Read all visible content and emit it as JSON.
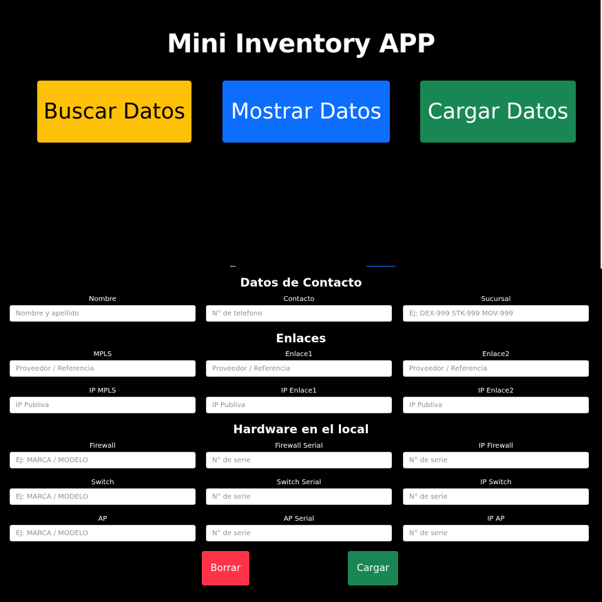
{
  "app": {
    "title": "Mini Inventory APP"
  },
  "nav": {
    "buscar": {
      "label": "Buscar Datos",
      "color": "#ffc107"
    },
    "mostrar": {
      "label": "Mostrar Datos",
      "color": "#0d6efd"
    },
    "cargar": {
      "label": "Cargar Datos",
      "color": "#198754"
    }
  },
  "form": {
    "sections": {
      "contacto": "Datos de Contacto",
      "enlaces": "Enlaces",
      "hardware": "Hardware en el local"
    },
    "fields": {
      "nombre": {
        "label": "Nombre",
        "placeholder": "Nombre y apellido",
        "value": ""
      },
      "contacto": {
        "label": "Contacto",
        "placeholder": "N° de telefono",
        "value": ""
      },
      "sucursal": {
        "label": "Sucursal",
        "placeholder": "Ej: DEX-999 STK-999 MOV-999",
        "value": ""
      },
      "mpls": {
        "label": "MPLS",
        "placeholder": "Proveedor / Referencia",
        "value": ""
      },
      "enlace1": {
        "label": "Enlace1",
        "placeholder": "Proveedor / Referencia",
        "value": ""
      },
      "enlace2": {
        "label": "Enlace2",
        "placeholder": "Proveedor / Referencia",
        "value": ""
      },
      "ip_mpls": {
        "label": "IP MPLS",
        "placeholder": "IP Publiva",
        "value": ""
      },
      "ip_enlace1": {
        "label": "IP Enlace1",
        "placeholder": "IP Publiva",
        "value": ""
      },
      "ip_enlace2": {
        "label": "IP Enlace2",
        "placeholder": "IP Publiva",
        "value": ""
      },
      "firewall": {
        "label": "Firewall",
        "placeholder": "EJ: MARCA / MODELO",
        "value": ""
      },
      "firewall_serial": {
        "label": "Firewall Serial",
        "placeholder": "N° de serie",
        "value": ""
      },
      "ip_firewall": {
        "label": "IP Firewall",
        "placeholder": "N° de serie",
        "value": ""
      },
      "switch": {
        "label": "Switch",
        "placeholder": "EJ: MARCA / MODELO",
        "value": ""
      },
      "switch_serial": {
        "label": "Switch Serial",
        "placeholder": "N° de serie",
        "value": ""
      },
      "ip_switch": {
        "label": "IP Switch",
        "placeholder": "N° de serie",
        "value": ""
      },
      "ap": {
        "label": "AP",
        "placeholder": "EJ: MARCA / MODELO",
        "value": ""
      },
      "ap_serial": {
        "label": "AP Serial",
        "placeholder": "N° de serie",
        "value": ""
      },
      "ip_ap": {
        "label": "IP AP",
        "placeholder": "N° de serie",
        "value": ""
      }
    },
    "actions": {
      "borrar": {
        "label": "Borrar",
        "color": "#ff3347"
      },
      "cargar": {
        "label": "Cargar",
        "color": "#198754"
      }
    }
  }
}
